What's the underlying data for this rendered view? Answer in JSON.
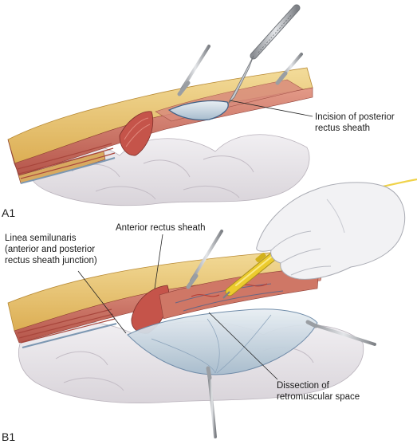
{
  "figure": {
    "panels": [
      {
        "id": "A1",
        "label": "A1",
        "callouts": [
          {
            "lines": [
              "Incision of posterior",
              "rectus sheath"
            ]
          }
        ]
      },
      {
        "id": "B1",
        "label": "B1",
        "callouts": [
          {
            "lines": [
              "Anterior rectus sheath"
            ]
          },
          {
            "lines": [
              "Linea semilunaris",
              "(anterior and posterior",
              "rectus sheath junction)"
            ]
          },
          {
            "lines": [
              "Dissection of",
              "retromuscular space"
            ]
          }
        ]
      }
    ],
    "colors": {
      "fat": "#e9c874",
      "muscle": "#c96a5a",
      "sheath": "#9fb9d0",
      "bowel": "#e9e6ea",
      "glove": "#f2f2f4",
      "instrument": "#eccb2e"
    }
  }
}
